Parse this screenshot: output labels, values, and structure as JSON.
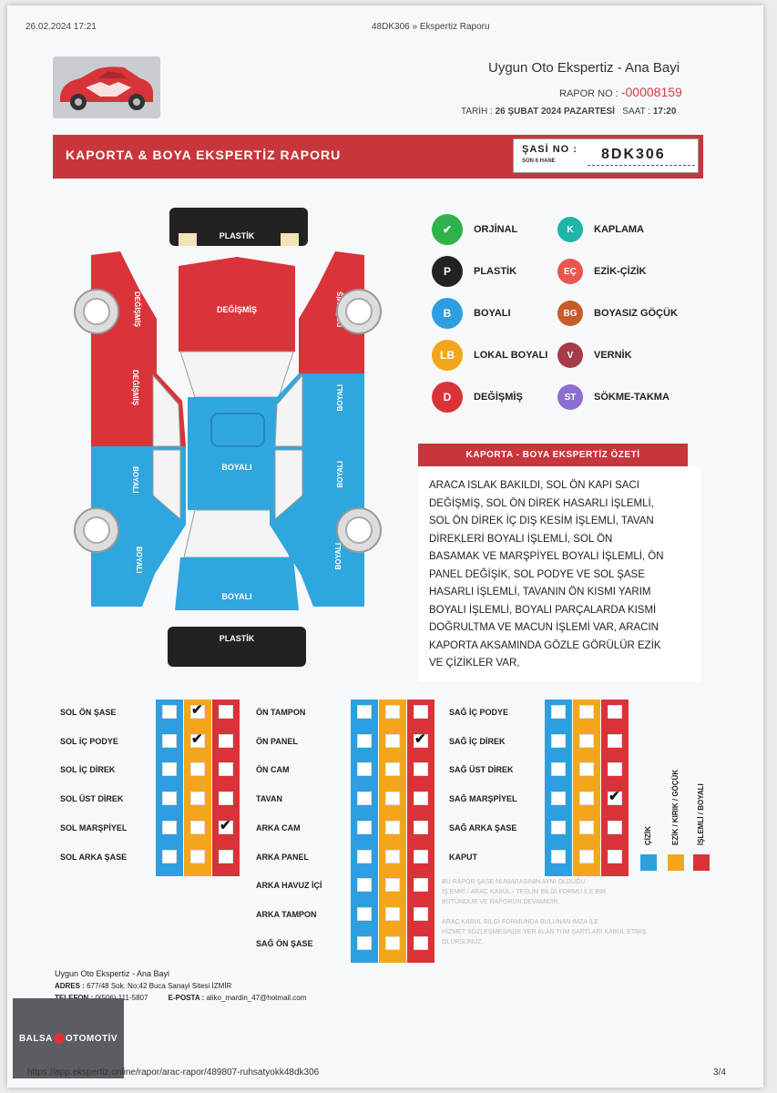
{
  "listing_id": "#1158402482",
  "print_date": "26.02.2024 17:21",
  "print_title": "48DK306 » Ekspertiz Raporu",
  "company": "Uygun Oto Ekspertiz - Ana Bayi",
  "report_no_label": "RAPOR NO :",
  "report_no": "-00008159",
  "date_label": "TARİH :",
  "date_value": "26 ŞUBAT 2024 PAZARTESİ",
  "time_label": "SAAT :",
  "time_value": "17:20",
  "banner_title": "KAPORTA & BOYA EKSPERTİZ RAPORU",
  "chassis_label": "ŞASİ NO :",
  "chassis_sub": "SON 6 HANE",
  "chassis_value": "8DK306",
  "diagram": {
    "front_bumper": "PLASTİK",
    "rear_bumper": "PLASTİK",
    "hood": "DEĞİŞMİŞ",
    "roof": "BOYALI",
    "trunk": "BOYALI",
    "left_front_fender": "DEĞİŞMİŞ",
    "left_front_door": "DEĞİŞMİŞ",
    "left_rear_door": "BOYALI",
    "left_rear_fender": "BOYALI",
    "right_front_fender": "DEĞİŞMİŞ",
    "right_front_door": "BOYALI",
    "right_rear_door": "BOYALI",
    "right_rear_fender": "BOYALI",
    "colors": {
      "red": "#d8343a",
      "blue": "#2fa6de",
      "dark": "#222222",
      "white": "#f4f4f4"
    }
  },
  "legend": [
    {
      "code": "✔",
      "label": "ORJİNAL",
      "color": "#2fb24a"
    },
    {
      "code": "K",
      "label": "KAPLAMA",
      "color": "#20b6a7"
    },
    {
      "code": "P",
      "label": "PLASTİK",
      "color": "#222222"
    },
    {
      "code": "EÇ",
      "label": "EZİK-ÇİZİK",
      "color": "#e8564f"
    },
    {
      "code": "B",
      "label": "BOYALI",
      "color": "#2d9fe0"
    },
    {
      "code": "BG",
      "label": "BOYASIZ GÖÇÜK",
      "color": "#c65b2b"
    },
    {
      "code": "LB",
      "label": "LOKAL BOYALI",
      "color": "#f3a61b"
    },
    {
      "code": "V",
      "label": "VERNİK",
      "color": "#a83b4a"
    },
    {
      "code": "D",
      "label": "DEĞİŞMİŞ",
      "color": "#d93339"
    },
    {
      "code": "ST",
      "label": "SÖKME-TAKMA",
      "color": "#8c6fd0"
    }
  ],
  "summary_title": "KAPORTA - BOYA EKSPERTİZ ÖZETİ",
  "summary_lines": [
    "ARACA ISLAK BAKILDI, SOL ÖN KAPI SACI",
    "DEĞİŞMİŞ, SOL ÖN DİREK HASARLI İŞLEMLİ,",
    "SOL ÖN DİREK İÇ DIŞ KESİM İŞLEMLİ, TAVAN",
    "DİREKLERİ BOYALI İŞLEMLİ, SOL ÖN",
    "BASAMAK VE MARŞPİYEL BOYALI İŞLEMLİ, ÖN",
    "PANEL DEĞİŞİK, SOL PODYE VE SOL ŞASE",
    "HASARLI İŞLEMLİ, TAVANIN ÖN KISMI YARIM",
    "BOYALI İŞLEMLİ, BOYALI PARÇALARDA KISMİ",
    "DOĞRULTMA VE MACUN İŞLEMİ VAR, ARACIN",
    "KAPORTA AKSAMINDA GÖZLE GÖRÜLÜR EZİK",
    "VE ÇİZİKLER VAR,"
  ],
  "grid_colors": {
    "blue": "#2d9fe0",
    "yellow": "#f3a61b",
    "red": "#d93339"
  },
  "column_keys": [
    "ÇİZİK",
    "EZİK / KIRIK / GÖÇÜK",
    "İŞLEMLİ / BOYALI"
  ],
  "checklist": [
    [
      {
        "label": "SOL ÖN ŞASE",
        "checks": [
          false,
          true,
          false
        ]
      },
      {
        "label": "SOL İÇ PODYE",
        "checks": [
          false,
          true,
          false
        ]
      },
      {
        "label": "SOL İÇ DİREK",
        "checks": [
          false,
          false,
          false
        ]
      },
      {
        "label": "SOL ÜST DİREK",
        "checks": [
          false,
          false,
          false
        ]
      },
      {
        "label": "SOL MARŞPİYEL",
        "checks": [
          false,
          false,
          true
        ]
      },
      {
        "label": "SOL ARKA ŞASE",
        "checks": [
          false,
          false,
          false
        ]
      }
    ],
    [
      {
        "label": "ÖN TAMPON",
        "checks": [
          false,
          false,
          false
        ]
      },
      {
        "label": "ÖN PANEL",
        "checks": [
          false,
          false,
          true
        ]
      },
      {
        "label": "ÖN CAM",
        "checks": [
          false,
          false,
          false
        ]
      },
      {
        "label": "TAVAN",
        "checks": [
          false,
          false,
          false
        ]
      },
      {
        "label": "ARKA CAM",
        "checks": [
          false,
          false,
          false
        ]
      },
      {
        "label": "ARKA PANEL",
        "checks": [
          false,
          false,
          false
        ]
      },
      {
        "label": "ARKA HAVUZ İÇİ",
        "checks": [
          false,
          false,
          false
        ]
      },
      {
        "label": "ARKA TAMPON",
        "checks": [
          false,
          false,
          false
        ]
      },
      {
        "label": "SAĞ ÖN ŞASE",
        "checks": [
          false,
          false,
          false
        ]
      }
    ],
    [
      {
        "label": "SAĞ İÇ PODYE",
        "checks": [
          false,
          false,
          false
        ]
      },
      {
        "label": "SAĞ İÇ DİREK",
        "checks": [
          false,
          false,
          false
        ]
      },
      {
        "label": "SAĞ ÜST DİREK",
        "checks": [
          false,
          false,
          false
        ]
      },
      {
        "label": "SAĞ MARŞPİYEL",
        "checks": [
          false,
          false,
          true
        ]
      },
      {
        "label": "SAĞ ARKA ŞASE",
        "checks": [
          false,
          false,
          false
        ]
      },
      {
        "label": "KAPUT",
        "checks": [
          false,
          false,
          false
        ]
      }
    ]
  ],
  "disclaimer_lines": [
    "BU RAPOR ŞASE NUMARASININ AYNI OLDUĞU",
    "İŞ EMRİ / ARAÇ KABUL / TESLİM BİLGİ FORMU İLE BİR",
    "BÜTÜNDÜR VE RAPORUN DEVAMIDIR.",
    "",
    "ARAÇ KABUL BİLGİ FORMUNDA BULUNAN İMZA İLE",
    "HİZMET SÖZLEŞMESİNDE YER ALAN TÜM ŞARTLARI KABUL ETMİŞ",
    "OLURSUNUZ."
  ],
  "footer": {
    "company": "Uygun Oto Ekspertiz - Ana Bayi",
    "address_label": "ADRES :",
    "address": "677/48 Sok. No:42 Buca Sanayi Sitesi İZMİR",
    "phone_label": "TELEFON :",
    "phone": "0(506) 111-5807",
    "email_label": "E-POSTA :",
    "email": "aliko_mardin_47@hotmail.com"
  },
  "watermark_brand_left": "BALSA",
  "watermark_brand_right": "OTOMOTİV",
  "url": "https://app.ekspertiz.online/rapor/arac-rapor/489807-ruhsatyokk48dk306",
  "page_no": "3/4"
}
